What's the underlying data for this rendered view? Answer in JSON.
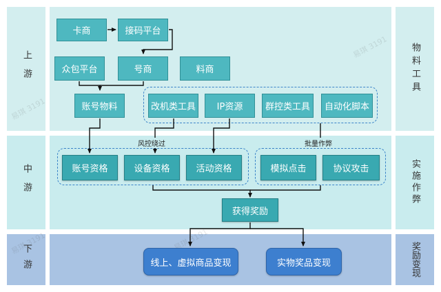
{
  "stages": {
    "upstream": {
      "left_label": "上游",
      "right_label": "物料工具"
    },
    "midstream": {
      "left_label": "中游",
      "right_label": "实施作弊"
    },
    "downstream": {
      "left_label": "下游",
      "right_label": "奖励变现"
    }
  },
  "nodes": {
    "card_merchant": "卡商",
    "code_platform": "接码平台",
    "crowdsource_platform": "众包平台",
    "number_merchant": "号商",
    "material_merchant": "料商",
    "account_materials": "账号物料",
    "device_mod_tools": "改机类工具",
    "ip_resources": "IP资源",
    "group_control_tools": "群控类工具",
    "automation_scripts": "自动化脚本",
    "account_qualification": "账号资格",
    "device_qualification": "设备资格",
    "activity_qualification": "活动资格",
    "simulated_click": "模拟点击",
    "protocol_attack": "协议攻击",
    "get_rewards": "获得奖励",
    "virtual_goods_cashout": "线上、虚拟商品变现",
    "physical_prize_cashout": "实物奖品变现"
  },
  "edge_labels": {
    "risk_bypass": "风控绕过",
    "batch_cheating": "批量作弊"
  },
  "watermarks": [
    "易琪 3191",
    "易琪 3191",
    "易琪 3191",
    "易琪 3191"
  ],
  "colors": {
    "upstream_bg": "#d3eeef",
    "midstream_bg": "#c9ecee",
    "downstream_bg": "#a9c3e3",
    "teal_node": "#4eb8c0",
    "blue_node": "#3d7fcf"
  }
}
